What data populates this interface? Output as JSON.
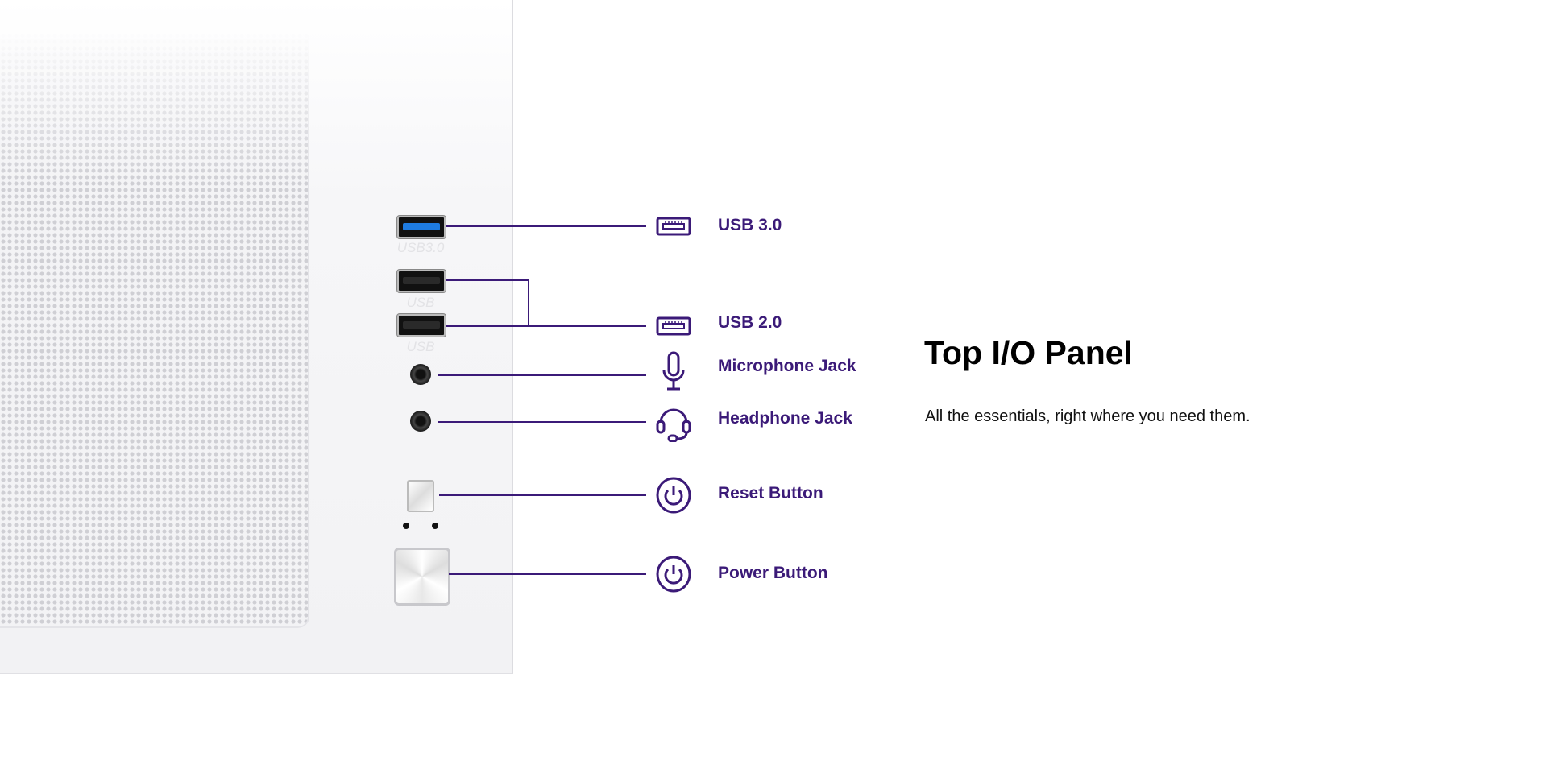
{
  "heading": {
    "title": "Top I/O Panel",
    "subtitle": "All the essentials, right where you need them."
  },
  "panel_labels": {
    "usb3": "USB3.0",
    "usb_a": "USB",
    "usb_b": "USB"
  },
  "callouts": [
    {
      "label": "USB 3.0",
      "icon": "usb-icon"
    },
    {
      "label": "USB 2.0",
      "icon": "usb-icon"
    },
    {
      "label": "Microphone Jack",
      "icon": "microphone-icon"
    },
    {
      "label": "Headphone Jack",
      "icon": "headset-icon"
    },
    {
      "label": "Reset Button",
      "icon": "power-icon"
    },
    {
      "label": "Power Button",
      "icon": "power-icon"
    }
  ],
  "colors": {
    "accent": "#3b1a78",
    "usb3_blue": "#1e7be0"
  }
}
